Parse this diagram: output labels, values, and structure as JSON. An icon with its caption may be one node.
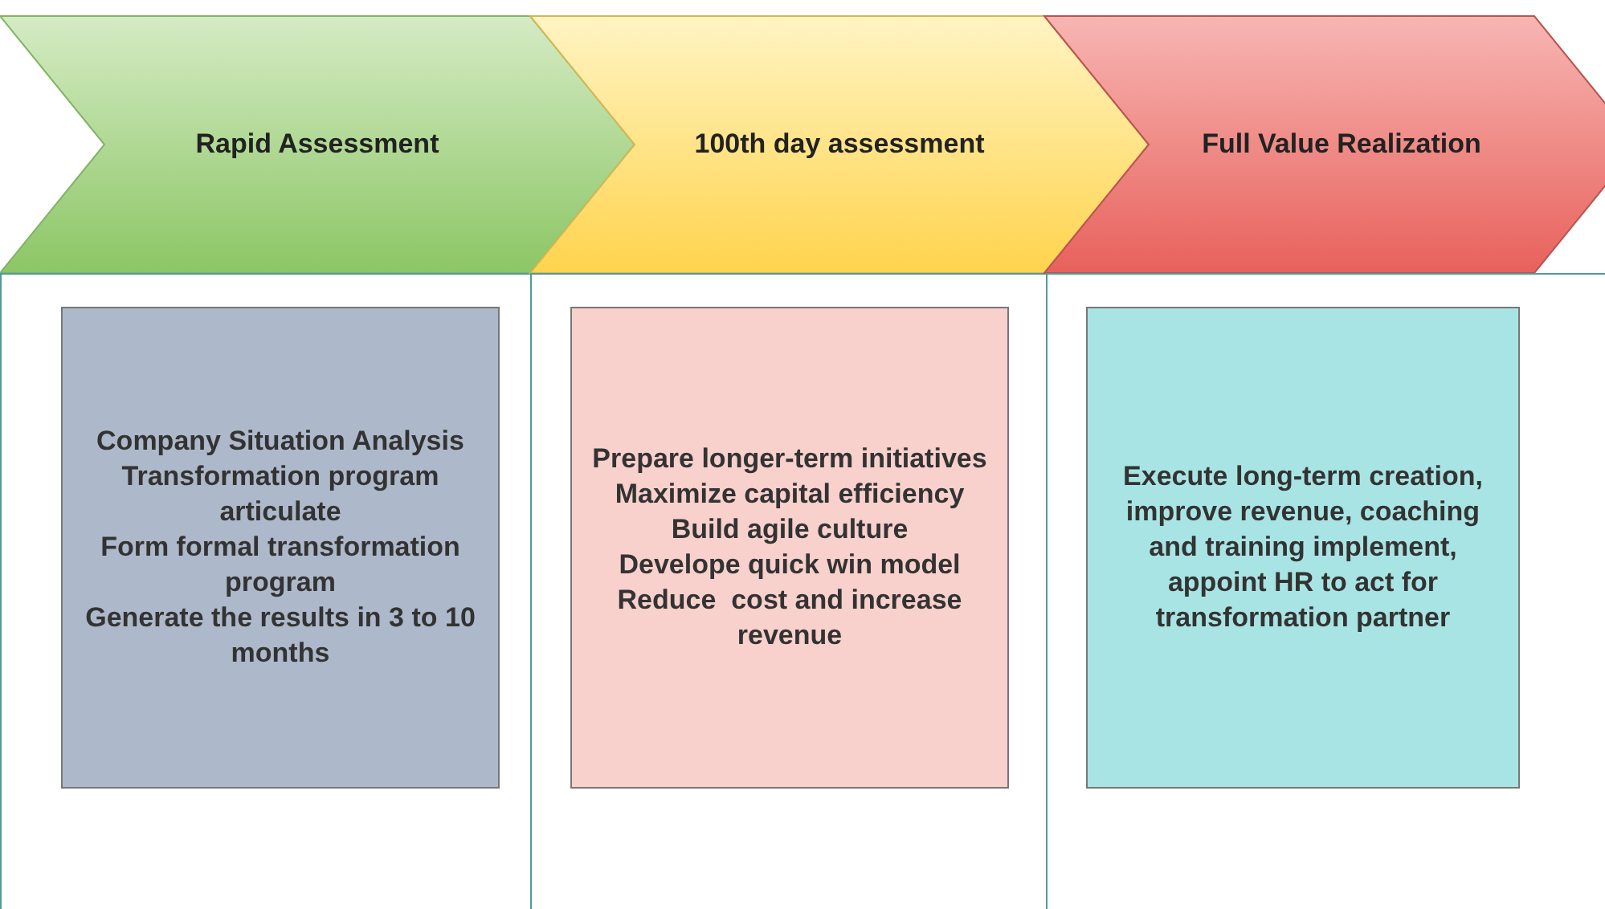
{
  "diagram": {
    "nodes": [
      {
        "text": [
          "Rapid Assessment"
        ]
      },
      {
        "text": [],
        "shape": "box"
      },
      {
        "text": [
          "Company Situation Analysis",
          "Transformation program articulate",
          "Form formal transformation program",
          "Generate the results in 3 to 10 months"
        ],
        "in": 1
      },
      {
        "text": [
          "100th day assessment"
        ]
      },
      {
        "text": [],
        "shape": "box"
      },
      {
        "text": [
          "Prepare longer-term initiatives",
          "Maximize capital efficiency",
          "Build agile culture",
          "Develope quick win model",
          "Reduce  cost and increase revenue"
        ],
        "in": 4
      },
      {
        "text": [
          "Full Value Realization"
        ]
      },
      {
        "text": [],
        "shape": "box"
      },
      {
        "text": [
          "Execute long-term creation, improve revenue, coaching and training implement, appoint HR to act for transformation partner"
        ],
        "in": 7
      }
    ]
  }
}
